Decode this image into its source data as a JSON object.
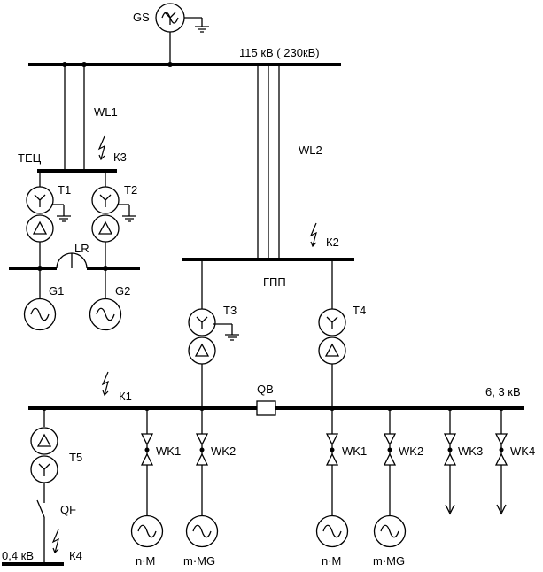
{
  "labels": {
    "gs": "GS",
    "hv_voltage": "115 кВ ( 230кВ)",
    "wl1": "WL1",
    "wl2": "WL2",
    "tec": "ТЕЦ",
    "k3": "К3",
    "t1": "T1",
    "t2": "T2",
    "lr": "LR",
    "g1": "G1",
    "g2": "G2",
    "k2": "К2",
    "gpp": "ГПП",
    "t3": "T3",
    "t4": "T4",
    "k1": "К1",
    "qb": "QB",
    "mv_voltage": "6, 3 кВ",
    "t5": "T5",
    "qf": "QF",
    "lv_voltage": "0,4 кВ",
    "k4": "К4",
    "wk1_left": "WK1",
    "wk2_left": "WK2",
    "wk1_right": "WK1",
    "wk2_right": "WK2",
    "wk3": "WK3",
    "wk4": "WK4",
    "motor_left": "n·M",
    "mg_left": "m·MG",
    "motor_right": "n·M",
    "mg_right": "m·MG"
  }
}
